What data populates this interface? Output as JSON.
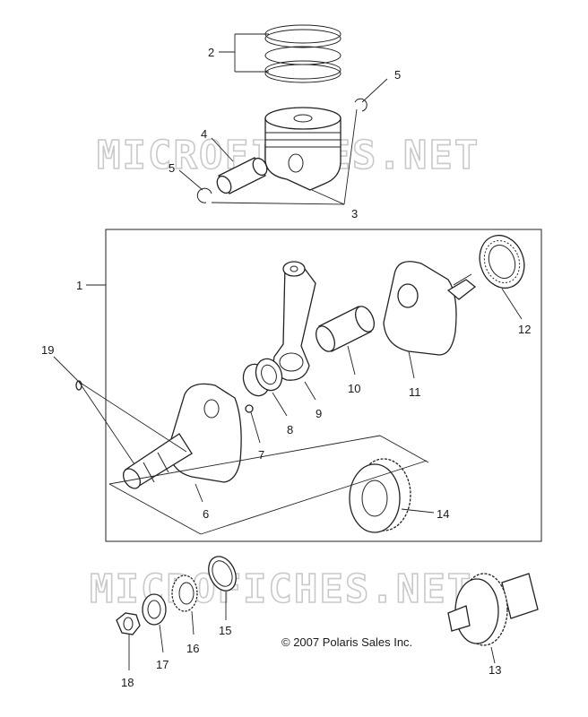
{
  "watermarks": [
    "MICROFICHES.NET",
    "MICROFICHES.NET"
  ],
  "copyright": "© 2007 Polaris Sales Inc.",
  "callouts": [
    "1",
    "2",
    "3",
    "4",
    "5",
    "5",
    "6",
    "7",
    "8",
    "9",
    "10",
    "11",
    "12",
    "13",
    "14",
    "15",
    "16",
    "17",
    "18",
    "19"
  ],
  "colors": {
    "line": "#222222",
    "watermark": "#c9c9c9",
    "background": "#ffffff"
  }
}
